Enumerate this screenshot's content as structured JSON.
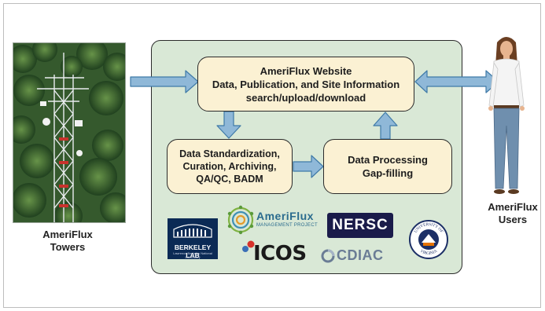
{
  "left_caption": {
    "line1": "AmeriFlux",
    "line2": "Towers"
  },
  "right_caption": {
    "line1": "AmeriFlux",
    "line2": "Users"
  },
  "website_box": {
    "title": "AmeriFlux Website",
    "line2": "Data, Publication, and Site Information",
    "line3": "search/upload/download"
  },
  "standardization_box": {
    "line1": "Data Standardization,",
    "line2": "Curation, Archiving,",
    "line3": "QA/QC, BADM"
  },
  "processing_box": {
    "line1": "Data Processing",
    "line2": "Gap-filling"
  },
  "logos": {
    "berkeley": {
      "main": "BERKELEY LAB",
      "sub": "Lawrence Berkeley National Laboratory"
    },
    "ameriflux": {
      "word": "AmeriFlux",
      "sub": "MANAGEMENT PROJECT"
    },
    "nersc": "NERSC",
    "icos": "ICOS",
    "cdiac": "CDIAC",
    "uva": {
      "top": "UNIVERSITY OF",
      "bottom": "VIRGINIA"
    }
  },
  "colors": {
    "panel": "#d9e8d6",
    "box": "#fbf1d3",
    "arrow": "#8fb8d8",
    "arrow_stroke": "#3f7aa8"
  },
  "icons": [
    "tower-photo",
    "person-illustration",
    "berkeley-lab-logo",
    "ameriflux-logo",
    "nersc-logo",
    "icos-logo",
    "cdiac-logo",
    "uva-seal"
  ]
}
